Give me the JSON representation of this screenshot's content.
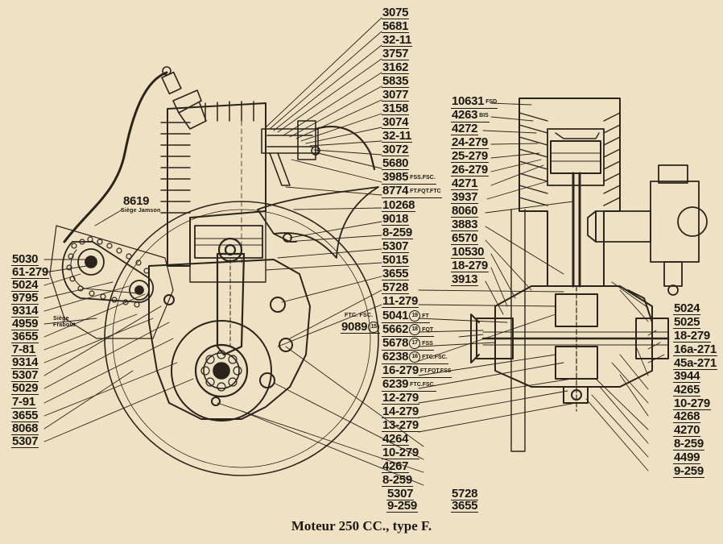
{
  "caption": "Moteur 250 CC., type F.",
  "labels": {
    "l3075": "3075",
    "l5681": "5681",
    "l32_11a": "32-11",
    "l3757": "3757",
    "l3162": "3162",
    "l5835": "5835",
    "l3077": "3077",
    "l3158": "3158",
    "l3074": "3074",
    "l32_11b": "32-11",
    "l3072": "3072",
    "l5680": "5680",
    "l3985": "3985",
    "l3985s": "FSS.FSC.",
    "l8774": "8774",
    "l8774s": "FT.FQT.FTC",
    "l10268": "10268",
    "l9018": "9018",
    "l8_259a": "8-259",
    "l5307a": "5307",
    "l5015": "5015",
    "l3655a": "3655",
    "l5728a": "5728",
    "l11_279": "11-279",
    "l5041": "5041",
    "l5041c": "19",
    "l5041s": "FT",
    "l5662": "5662",
    "l5662c": "18",
    "l5662s": "FQT",
    "l5678": "5678",
    "l5678c": "17",
    "l5678s": "FSS",
    "l6238": "6238",
    "l6238c": "16",
    "l6238s": "FTC.FSC.",
    "l16_279a": "16-279",
    "l16_279as": "FT.FQT.FSS",
    "l6239": "6239",
    "l6239s": "FTC.FSC.",
    "l12_279": "12-279",
    "l14_279": "14-279",
    "l13_279": "13-279",
    "l4264": "4264",
    "l10_279a": "10-279",
    "l4267": "4267",
    "l8_259b": "8-259",
    "l5307b": "5307",
    "l9_259a": "9-259",
    "l5728b": "5728",
    "l3655b": "3655",
    "l9089": "9089",
    "l9089c": "15",
    "l9089n": "FTC. FSC.",
    "l8619": "8619",
    "l8619n": "Siège Jamson",
    "l5030": "5030",
    "l61_279": "61-279",
    "l5024a": "5024",
    "l9795": "9795",
    "l9314a": "9314",
    "l4959": "4959",
    "l4959n": "Siège Frabout",
    "l3655c": "3655",
    "l7_81": "7-81",
    "l9314b": "9314",
    "l5307c": "5307",
    "l5029": "5029",
    "l7_91": "7-91",
    "l3655d": "3655",
    "l8068": "8068",
    "l5307d": "5307",
    "l10631": "10631",
    "l10631s": "FSD",
    "l4263": "4263",
    "l4263s": "BIS",
    "l4272": "4272",
    "l24_279": "24-279",
    "l25_279": "25-279",
    "l26_279": "26-279",
    "l4271": "4271",
    "l3937": "3937",
    "l8060": "8060",
    "l3883": "3883",
    "l6570": "6570",
    "l10530": "10530",
    "l18_279a": "18-279",
    "l3913": "3913",
    "l5024b": "5024",
    "l5025": "5025",
    "l18_279b": "18-279",
    "l16a_271": "16a-271",
    "l45a_271": "45a-271",
    "l3944": "3944",
    "l4265": "4265",
    "l10_279b": "10-279",
    "l4268": "4268",
    "l4270": "4270",
    "l8_259c": "8-259",
    "l4499": "4499",
    "l9_259b": "9-259"
  }
}
